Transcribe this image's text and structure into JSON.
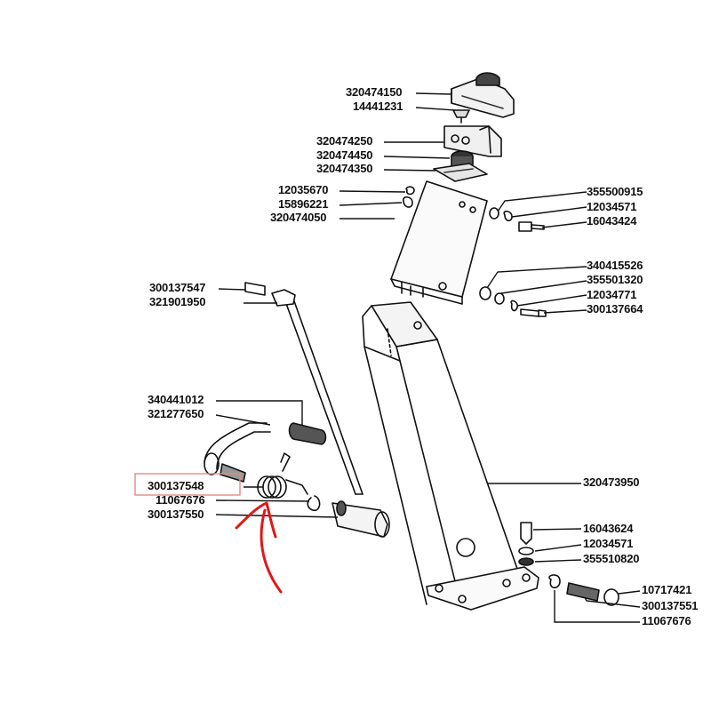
{
  "callouts": [
    "320474150",
    "14441231",
    "320474250",
    "320474450",
    "320474350",
    "12035670",
    "15896221",
    "320474050",
    "355500915",
    "12034571",
    "16043424",
    "340415526",
    "355501320",
    "12034771",
    "300137664",
    "300137547",
    "321901950",
    "340441012",
    "321277650",
    "300137548",
    "11067676",
    "300137550",
    "320473950",
    "16043624",
    "12034571",
    "355510820",
    "10717421",
    "300137551",
    "11067676"
  ],
  "highlight": {
    "callout_index": 19,
    "box_color": "#e08a8a",
    "arrow_color": "#e01818"
  },
  "colors": {
    "line": "#111111",
    "background": "#ffffff"
  }
}
